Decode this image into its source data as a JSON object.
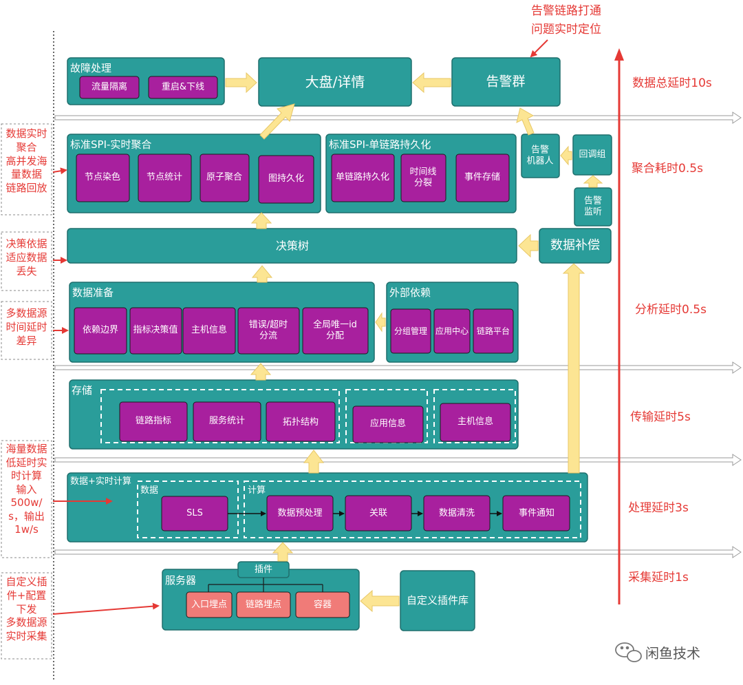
{
  "top_alert_annotation": [
    "告警链路打通",
    "问题实时定位"
  ],
  "fault_handling": {
    "title": "故障处理",
    "items": [
      "流量隔离",
      "重启&下线"
    ]
  },
  "dashboard": "大盘/详情",
  "alert_group": "告警群",
  "spi_realtime": {
    "title": "标准SPI-实时聚合",
    "items": [
      "节点染色",
      "节点统计",
      "原子聚合",
      "图持久化"
    ]
  },
  "spi_persist": {
    "title": "标准SPI-单链路持久化",
    "items": [
      "单链路持久化",
      "时间线\n分裂",
      "事件存储"
    ]
  },
  "alert_robot": "告警\n机器人",
  "callback_group": "回调组",
  "alert_monitor": "告警\n监听",
  "decision_tree": "决策树",
  "data_compensation": "数据补偿",
  "data_prep": {
    "title": "数据准备",
    "items": [
      "依赖边界",
      "指标决策值",
      "主机信息",
      "错误/超时\n分流",
      "全局唯一id\n分配"
    ]
  },
  "external_deps": {
    "title": "外部依赖",
    "items": [
      "分组管理",
      "应用中心",
      "链路平台"
    ]
  },
  "storage": {
    "title": "存储",
    "items": [
      "链路指标",
      "服务统计",
      "拓扑结构",
      "应用信息",
      "主机信息"
    ]
  },
  "compute": {
    "title": "数据+实时计算",
    "data_label": "数据",
    "calc_label": "计算",
    "sls": "SLS",
    "steps": [
      "数据预处理",
      "关联",
      "数据清洗",
      "事件通知"
    ]
  },
  "server": {
    "title": "服务器",
    "plugin": "插件",
    "items": [
      "入口埋点",
      "链路埋点",
      "容器"
    ]
  },
  "custom_plugin_lib": "自定义插件库",
  "latency_labels": [
    "数据总延时10s",
    "聚合耗时0.5s",
    "分析延时0.5s",
    "传输延时5s",
    "处理延时3s",
    "采集延时1s"
  ],
  "left_annotations": [
    "数据实时\n聚合\n高并发海\n量数据\n链路回放",
    "决策依据\n适应数据\n丢失",
    "多数据源\n时间延时\n差异",
    "海量数据\n低延时实\n时计算\n输入\n500w/\ns，输出\n1w/s",
    "自定义插\n件+配置\n下发\n多数据源\n实时采集"
  ],
  "watermark": "闲鱼技术",
  "colors": {
    "teal": "#2a9d9a",
    "teal_border": "#1f6f6d",
    "magenta": "#a8209e",
    "salmon": "#f07b78",
    "arrow_yellow": "#fce593",
    "red": "#e53935"
  }
}
